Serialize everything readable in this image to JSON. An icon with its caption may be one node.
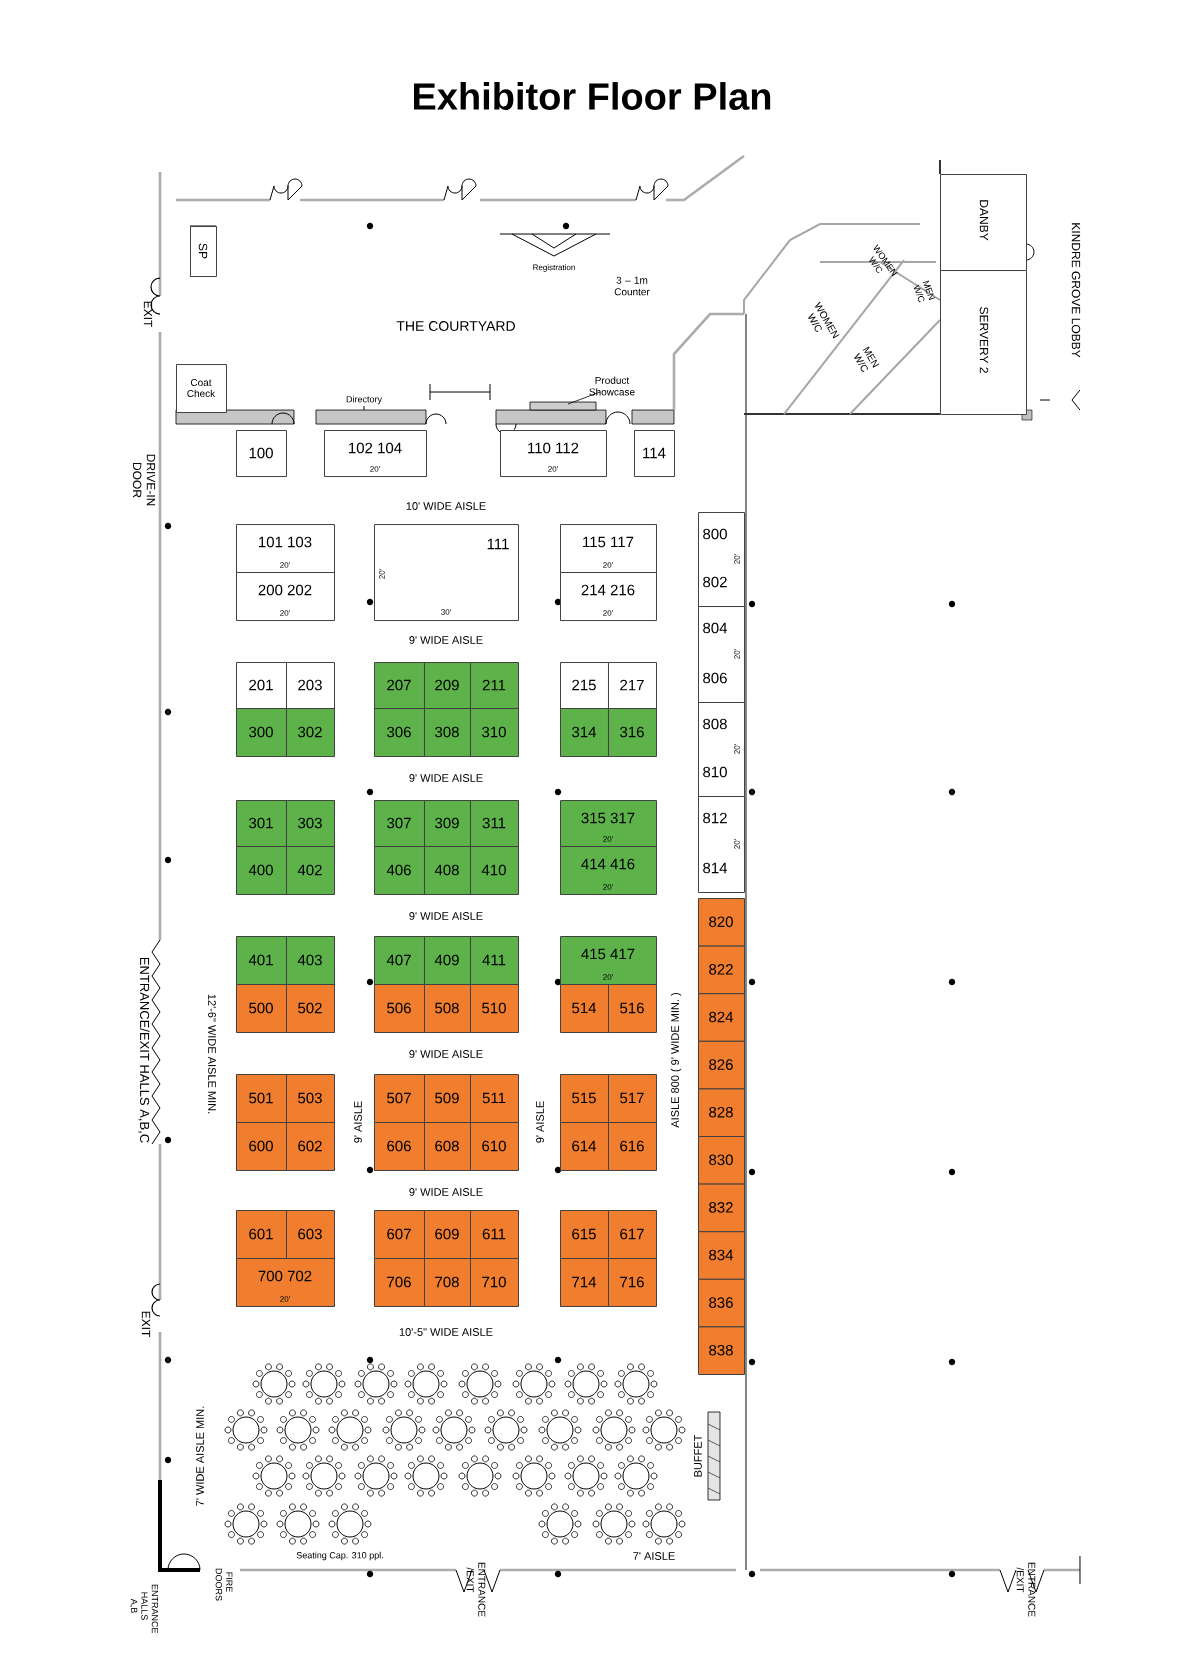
{
  "diagram": {
    "title": "Exhibitor Floor Plan",
    "nodes": [
      {
        "text": [
          "SP"
        ]
      },
      {
        "text": [
          "Coat Check"
        ]
      },
      {
        "text": [
          "DANBY"
        ]
      },
      {
        "text": [
          "SERVERY 2"
        ]
      },
      {
        "text": [
          "100"
        ]
      },
      {
        "text": [
          "102 104",
          "20'"
        ]
      },
      {
        "text": [
          "110 112",
          "20'"
        ]
      },
      {
        "text": [
          "114"
        ]
      },
      {
        "text": [
          "101 103",
          "20'"
        ]
      },
      {
        "text": [
          "111",
          "20'",
          "30'"
        ]
      },
      {
        "text": [
          "115 117",
          "20'"
        ]
      },
      {
        "text": [
          "200 202",
          "20'"
        ]
      },
      {
        "text": [
          "214 216",
          "20'"
        ]
      },
      {
        "text": [
          "201"
        ]
      },
      {
        "text": [
          "203"
        ]
      },
      {
        "text": [
          "207"
        ]
      },
      {
        "text": [
          "209"
        ]
      },
      {
        "text": [
          "211"
        ]
      },
      {
        "text": [
          "215"
        ]
      },
      {
        "text": [
          "217"
        ]
      },
      {
        "text": [
          "300"
        ]
      },
      {
        "text": [
          "302"
        ]
      },
      {
        "text": [
          "306"
        ]
      },
      {
        "text": [
          "308"
        ]
      },
      {
        "text": [
          "310"
        ]
      },
      {
        "text": [
          "314"
        ]
      },
      {
        "text": [
          "316"
        ]
      },
      {
        "text": [
          "301"
        ]
      },
      {
        "text": [
          "303"
        ]
      },
      {
        "text": [
          "307"
        ]
      },
      {
        "text": [
          "309"
        ]
      },
      {
        "text": [
          "311"
        ]
      },
      {
        "text": [
          "315 317",
          "20'"
        ]
      },
      {
        "text": [
          "400"
        ]
      },
      {
        "text": [
          "402"
        ]
      },
      {
        "text": [
          "406"
        ]
      },
      {
        "text": [
          "408"
        ]
      },
      {
        "text": [
          "410"
        ]
      },
      {
        "text": [
          "414 416",
          "20'"
        ]
      },
      {
        "text": [
          "401"
        ]
      },
      {
        "text": [
          "403"
        ]
      },
      {
        "text": [
          "407"
        ]
      },
      {
        "text": [
          "409"
        ]
      },
      {
        "text": [
          "411"
        ]
      },
      {
        "text": [
          "415 417",
          "20'"
        ]
      },
      {
        "text": [
          "500"
        ]
      },
      {
        "text": [
          "502"
        ]
      },
      {
        "text": [
          "506"
        ]
      },
      {
        "text": [
          "508"
        ]
      },
      {
        "text": [
          "510"
        ]
      },
      {
        "text": [
          "514"
        ]
      },
      {
        "text": [
          "516"
        ]
      },
      {
        "text": [
          "501"
        ]
      },
      {
        "text": [
          "503"
        ]
      },
      {
        "text": [
          "507"
        ]
      },
      {
        "text": [
          "509"
        ]
      },
      {
        "text": [
          "511"
        ]
      },
      {
        "text": [
          "515"
        ]
      },
      {
        "text": [
          "517"
        ]
      },
      {
        "text": [
          "600"
        ]
      },
      {
        "text": [
          "602"
        ]
      },
      {
        "text": [
          "606"
        ]
      },
      {
        "text": [
          "608"
        ]
      },
      {
        "text": [
          "610"
        ]
      },
      {
        "text": [
          "614"
        ]
      },
      {
        "text": [
          "616"
        ]
      },
      {
        "text": [
          "601"
        ]
      },
      {
        "text": [
          "603"
        ]
      },
      {
        "text": [
          "607"
        ]
      },
      {
        "text": [
          "609"
        ]
      },
      {
        "text": [
          "611"
        ]
      },
      {
        "text": [
          "615"
        ]
      },
      {
        "text": [
          "617"
        ]
      },
      {
        "text": [
          "700 702",
          "20'"
        ]
      },
      {
        "text": [
          "706"
        ]
      },
      {
        "text": [
          "708"
        ]
      },
      {
        "text": [
          "710"
        ]
      },
      {
        "text": [
          "714"
        ]
      },
      {
        "text": [
          "716"
        ]
      },
      {
        "text": [
          "800",
          "802",
          "20'"
        ]
      },
      {
        "text": [
          "804",
          "806",
          "20'"
        ]
      },
      {
        "text": [
          "808",
          "810",
          "20'"
        ]
      },
      {
        "text": [
          "812",
          "814",
          "20'"
        ]
      },
      {
        "text": [
          "820"
        ]
      },
      {
        "text": [
          "822"
        ]
      },
      {
        "text": [
          "824"
        ]
      },
      {
        "text": [
          "826"
        ]
      },
      {
        "text": [
          "828"
        ]
      },
      {
        "text": [
          "830"
        ]
      },
      {
        "text": [
          "832"
        ]
      },
      {
        "text": [
          "834"
        ]
      },
      {
        "text": [
          "836"
        ]
      },
      {
        "text": [
          "838"
        ]
      }
    ],
    "labels": [
      "Registration",
      "3 – 1m Counter",
      "WOMEN W/C",
      "MEN W/C",
      "KINDRE GROVE LOBBY",
      "WOMEN W/C",
      "MEN W/C",
      "EXIT",
      "THE COURTYARD",
      "Product Showcase",
      "Directory",
      "DRIVE-IN DOOR",
      "10' WIDE AISLE",
      "9' WIDE AISLE",
      "9' WIDE AISLE",
      "9' WIDE AISLE",
      "ENTRANCE/EXIT HALLS A,B,C",
      "12'-6\" WIDE AISLE MIN.",
      "AISLE 800 ( 9' WIDE MIN. )",
      "9' WIDE AISLE",
      "9' AISLE",
      "9' AISLE",
      "9' WIDE AISLE",
      "EXIT",
      "10'-5\" WIDE AISLE",
      "7' WIDE AISLE MIN.",
      "BUFFET",
      "ENTRANCE HALLS A,B",
      "FIRE DOORS",
      "Seating Cap. 310 ppl.",
      "ENTRANCE /EXIT",
      "7' AISLE",
      "ENTRANCE /EXIT"
    ]
  }
}
